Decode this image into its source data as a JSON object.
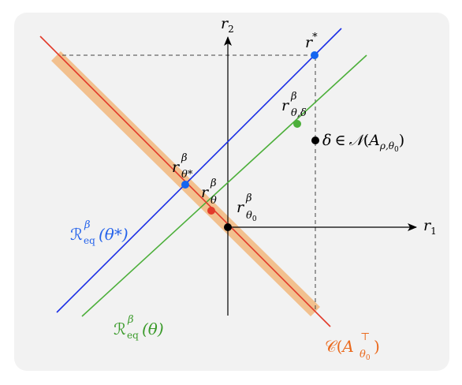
{
  "figure": {
    "axes": {
      "x_label": {
        "base": "r",
        "sub": "1"
      },
      "y_label": {
        "base": "r",
        "sub": "2"
      }
    },
    "points": {
      "r_star": {
        "base": "r",
        "sup": "*"
      },
      "r_theta_delta": {
        "base": "r",
        "sup": "β",
        "sub": "θ,δ"
      },
      "r_theta_star": {
        "base": "r",
        "sup": "β",
        "sub": "θ*"
      },
      "r_theta": {
        "base": "r",
        "sup": "β",
        "sub": "θ"
      },
      "r_theta0": {
        "base": "r",
        "sup": "β",
        "sub": "θ",
        "subsub": "0"
      },
      "delta": {
        "lhs": "δ",
        "rel": "∈",
        "set": "𝒩",
        "open": "(",
        "arg": "A",
        "argsub": "ρ,θ",
        "argsubsub": "0",
        "close": ")"
      }
    },
    "lines": {
      "req_theta_star": {
        "script": "ℛ",
        "sub": "eq",
        "sup": "β",
        "arg": "(θ*)"
      },
      "req_theta": {
        "script": "ℛ",
        "sub": "eq",
        "sup": "β",
        "arg": "(θ)"
      },
      "range": {
        "script": "𝒞",
        "open": "(",
        "base": "A",
        "sup": "⊤",
        "sub": "θ",
        "subsub": "0",
        "close": ")"
      }
    },
    "colors": {
      "blue": "#1a2ee6",
      "green": "#4caf3a",
      "red": "#e23a2a",
      "band": "#f2c08e",
      "black": "#000000",
      "blue_point": "#1565f0",
      "label_blue": "#2563eb",
      "label_green": "#3a9a2a",
      "label_orange": "#ea6a1e",
      "panel": "#f2f2f2"
    }
  }
}
